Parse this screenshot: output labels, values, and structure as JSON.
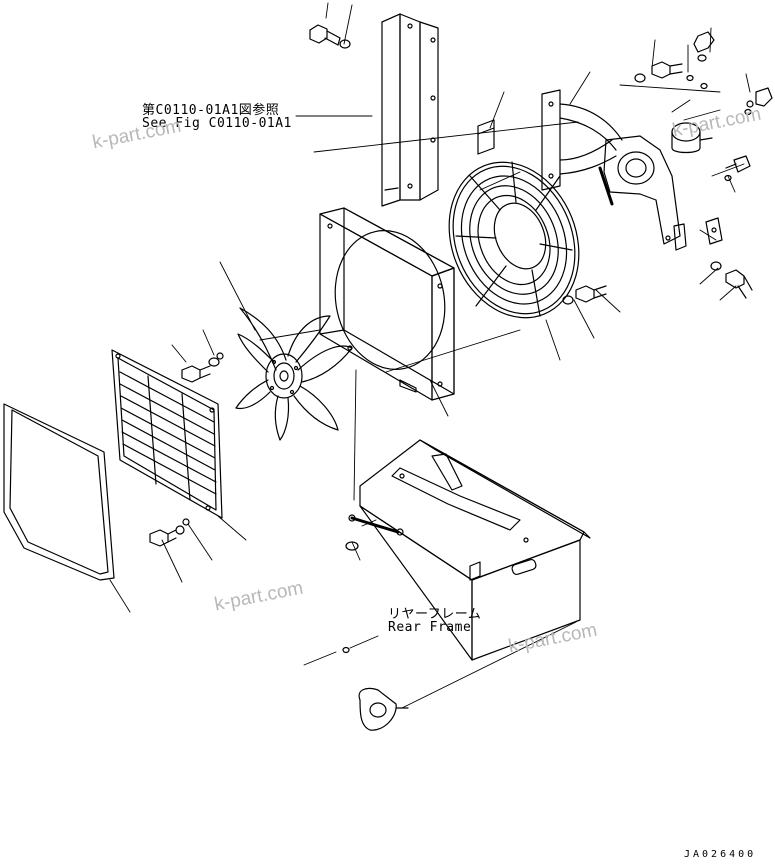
{
  "diagram": {
    "reference": {
      "jp": "第C0110-01A1図参照",
      "en": "See Fig C0110-01A1"
    },
    "rear_frame": {
      "jp": "リヤーフレーム",
      "en": "Rear Frame"
    },
    "drawing_code": "JA026400"
  },
  "watermarks": [
    "k-part.com",
    "k-part.com",
    "k-part.com"
  ]
}
